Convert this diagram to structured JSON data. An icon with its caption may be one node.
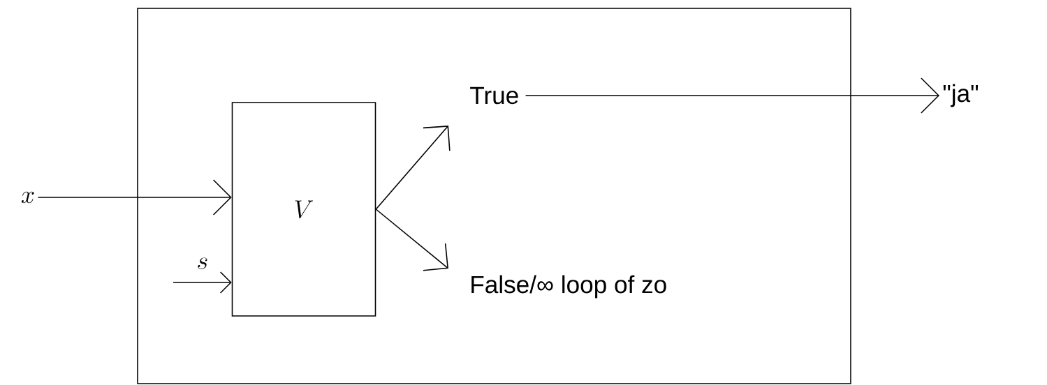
{
  "diagram": {
    "nodes": [
      {
        "text": [],
        "shape": "box"
      },
      {
        "text": [
          "x"
        ]
      },
      {
        "text": [
          "V"
        ],
        "in": 0
      },
      {
        "text": [
          "True"
        ],
        "in": 0
      },
      {
        "text": [
          "False/∞ loop of zo"
        ],
        "in": 0
      },
      {
        "text": [
          "\"ja\""
        ]
      }
    ],
    "edges": [
      {
        "from": 1,
        "to": 2,
        "arrow": "to"
      },
      {
        "from": null,
        "to": 2,
        "arrow": "to",
        "label": "s"
      },
      {
        "from": 2,
        "to": 3,
        "arrow": "to"
      },
      {
        "from": 2,
        "to": 4,
        "arrow": "to"
      },
      {
        "from": 3,
        "to": 5,
        "arrow": "to"
      }
    ]
  }
}
